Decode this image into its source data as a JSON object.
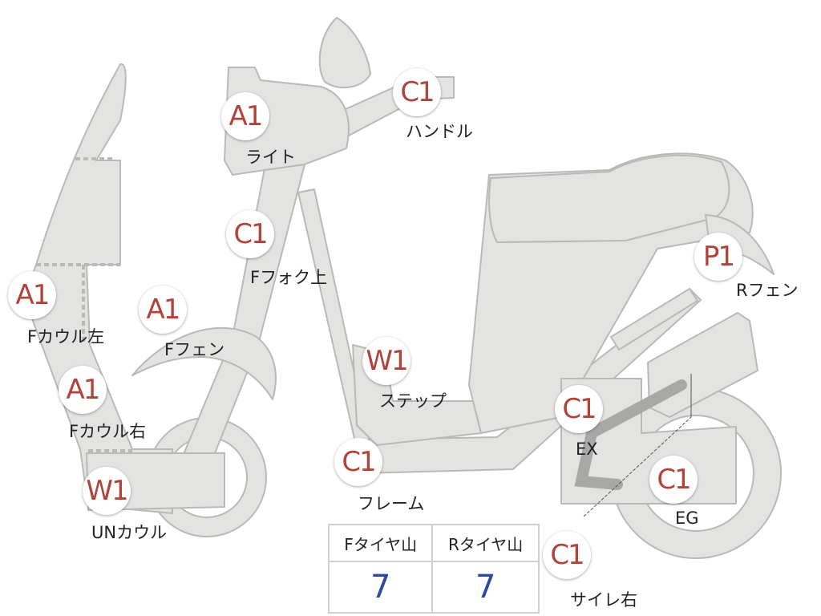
{
  "parts": [
    {
      "key": "light",
      "grade": "A1",
      "label": "ライト"
    },
    {
      "key": "handle",
      "grade": "C1",
      "label": "ハンドル"
    },
    {
      "key": "fork-upper",
      "grade": "C1",
      "label": "Fフォク上"
    },
    {
      "key": "cowl-left",
      "grade": "A1",
      "label": "Fカウル左"
    },
    {
      "key": "front-fender",
      "grade": "A1",
      "label": "Fフェン"
    },
    {
      "key": "cowl-right",
      "grade": "A1",
      "label": "Fカウル右"
    },
    {
      "key": "step",
      "grade": "W1",
      "label": "ステップ"
    },
    {
      "key": "under-cowl",
      "grade": "W1",
      "label": "UNカウル"
    },
    {
      "key": "frame",
      "grade": "C1",
      "label": "フレーム"
    },
    {
      "key": "rear-fender",
      "grade": "P1",
      "label": "Rフェン"
    },
    {
      "key": "exhaust",
      "grade": "C1",
      "label": "EX"
    },
    {
      "key": "engine",
      "grade": "C1",
      "label": "EG"
    },
    {
      "key": "muffler-right",
      "grade": "C1",
      "label": "サイレ右"
    }
  ],
  "tread": {
    "front_label": "Fタイヤ山",
    "front_value": "7",
    "rear_label": "Rタイヤ山",
    "rear_value": "7"
  }
}
